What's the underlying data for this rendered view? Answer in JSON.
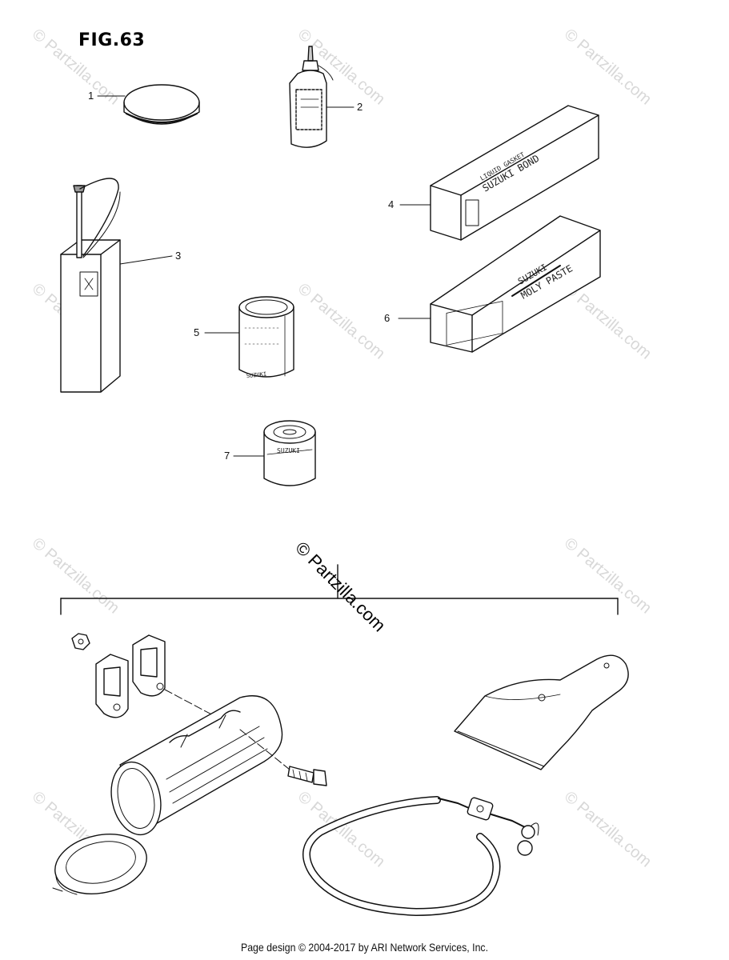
{
  "figure": {
    "title": "FIG.63"
  },
  "callouts": [
    {
      "id": "1",
      "label": "1"
    },
    {
      "id": "2",
      "label": "2"
    },
    {
      "id": "3",
      "label": "3"
    },
    {
      "id": "4",
      "label": "4"
    },
    {
      "id": "5",
      "label": "5"
    },
    {
      "id": "6",
      "label": "6"
    },
    {
      "id": "7",
      "label": "7"
    }
  ],
  "package_text": {
    "bond_line1": "SUZUKI BOND",
    "bond_line2": "LIQUID GASKET",
    "paste_line1": "SUZUKI",
    "paste_line2": "MOLY PASTE",
    "can7": "SUZUKI",
    "can5": "SUZUKI"
  },
  "watermark": {
    "text": "© Partzilla.com",
    "center_text": "© Partzilla.com"
  },
  "footer": {
    "text": "Page design © 2004-2017 by ARI Network Services, Inc."
  }
}
